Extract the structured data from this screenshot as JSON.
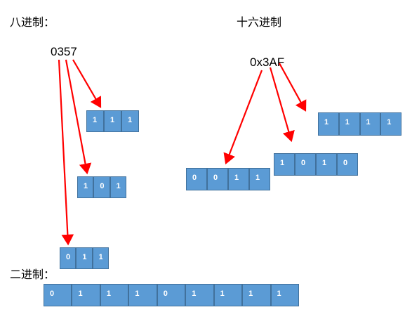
{
  "octal": {
    "title": "八进制：",
    "number": "0357",
    "groups": [
      {
        "bits": [
          "1",
          "1",
          "1"
        ]
      },
      {
        "bits": [
          "1",
          "0",
          "1"
        ]
      },
      {
        "bits": [
          "0",
          "1",
          "1"
        ]
      }
    ]
  },
  "hex": {
    "title": "十六进制",
    "number": "0x3AF",
    "groups": [
      {
        "bits": [
          "1",
          "1",
          "1",
          "1"
        ]
      },
      {
        "bits": [
          "1",
          "0",
          "1",
          "0"
        ]
      },
      {
        "bits": [
          "0",
          "0",
          "1",
          "1"
        ]
      }
    ]
  },
  "binary": {
    "title": "二进制：",
    "bits": [
      "0",
      "1",
      "1",
      "1",
      "0",
      "1",
      "1",
      "1",
      "1"
    ]
  },
  "colors": {
    "cell_fill": "#5b9bd5",
    "cell_border": "#41719c",
    "arrow": "#ff0000"
  }
}
